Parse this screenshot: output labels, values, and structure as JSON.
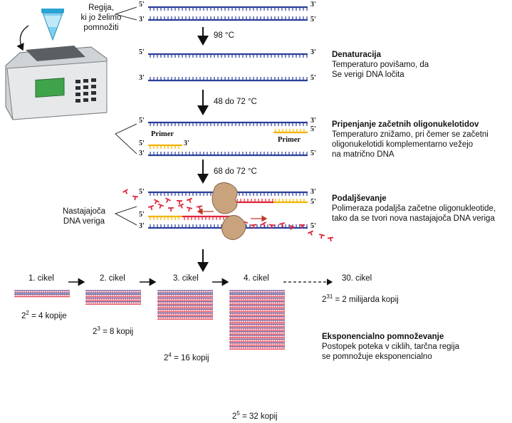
{
  "colors": {
    "strand": "#2a3f9a",
    "new_strand": "#e0253a",
    "primer": "#f2b400",
    "enzyme": "#c9a27e"
  },
  "device_label": "Regija,\nki jo želimo\npomnožiti",
  "strand_ends": {
    "five": "5'",
    "three": "3'"
  },
  "temperatures": {
    "denature": "98 °C",
    "anneal": "48 do 72 °C",
    "extend": "68 do 72 °C"
  },
  "primer_label": "Primer",
  "steps": [
    {
      "title": "Denaturacija",
      "lines": [
        "Temperaturo  povišamo, da",
        "Se  verigi DNA ločita"
      ]
    },
    {
      "title": "Pripenjanje začetnih oligonukelotidov",
      "lines": [
        "Temperaturo  znižamo, pri čemer se začetni",
        "oligonukelotidi komplementarno vežejo",
        "na matrično DNA"
      ]
    },
    {
      "title": "Podaljševanje",
      "lines": [
        "Polimeraza podaljša začetne oligonukleotide,",
        "tako da se tvori nova nastajajoča DNA veriga"
      ]
    }
  ],
  "nascent_label": "Nastajajoča\nDNA veriga",
  "cycles": [
    {
      "name": "1. cikel",
      "copies": 4,
      "exp": "2",
      "count": "= 4 kopije"
    },
    {
      "name": "2. cikel",
      "copies": 8,
      "exp": "3",
      "count": "= 8 kopij"
    },
    {
      "name": "3. cikel",
      "copies": 16,
      "exp": "4",
      "count": "= 16 kopij"
    },
    {
      "name": "4. cikel",
      "copies": 32,
      "exp": "5",
      "count": "= 32 kopij"
    }
  ],
  "cycle_30": {
    "name": "30. cikel",
    "exp": "31",
    "count": "= 2 milijarda kopij"
  },
  "exponential": {
    "title": "Eksponencialno  pomnoževanje",
    "lines": [
      "Postopek poteka  v ciklih, tarčna regija",
      "se pomnožuje eksponencialno"
    ]
  }
}
